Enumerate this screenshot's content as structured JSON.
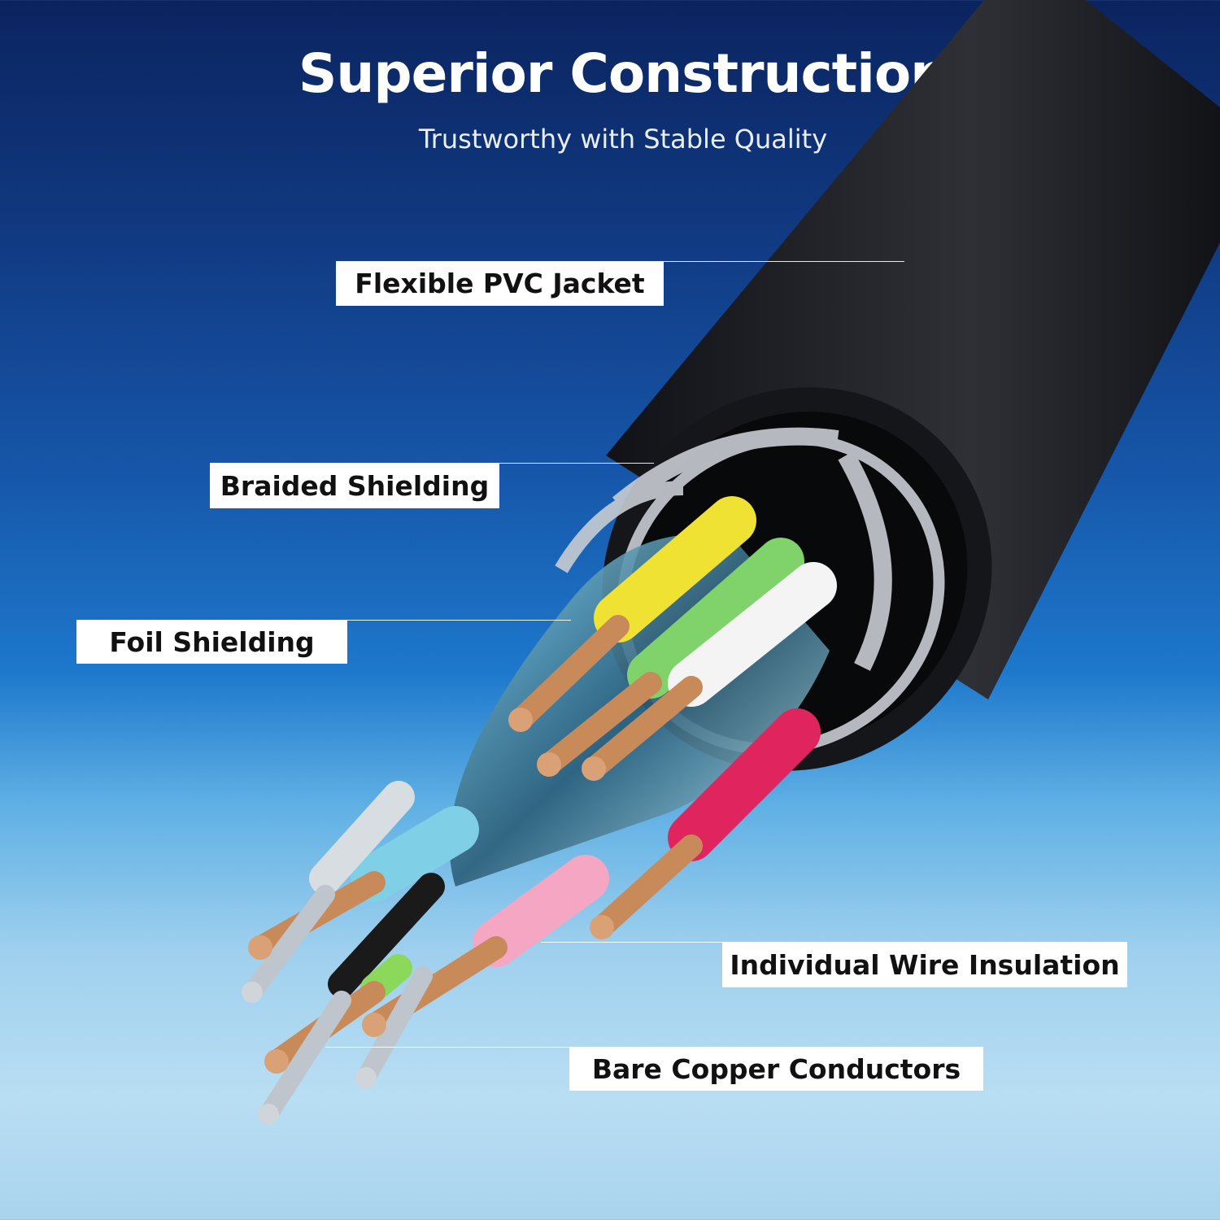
{
  "header": {
    "title": "Superior Construction",
    "subtitle": "Trustworthy with Stable Quality"
  },
  "labels": {
    "jacket": "Flexible PVC Jacket",
    "braid": "Braided Shielding",
    "foil": "Foil Shielding",
    "insulation": "Individual Wire Insulation",
    "conductors": "Bare Copper Conductors"
  },
  "colors": {
    "jacket": "#1c1d20",
    "copper": "#c98a5a",
    "braid": "#c8ccd2",
    "wires": [
      "#f0e233",
      "#7fd36a",
      "#f4f4f4",
      "#e0245e",
      "#f4a6c3",
      "#7fd0e6",
      "#1a1a1a",
      "#8cd85a"
    ]
  }
}
